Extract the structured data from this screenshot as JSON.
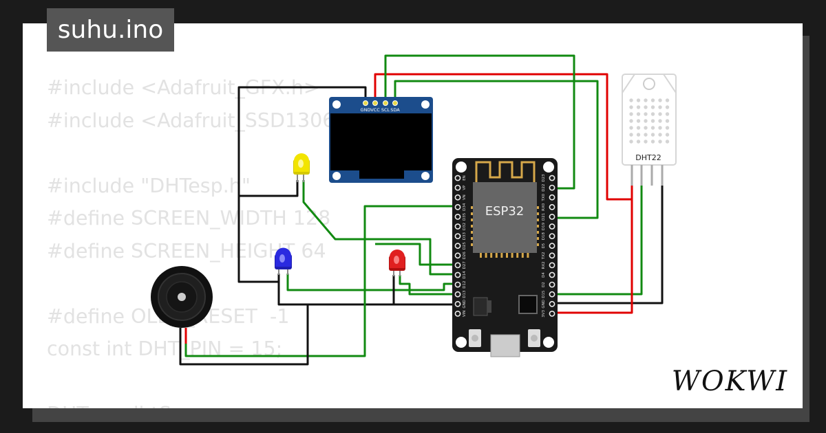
{
  "project": {
    "name": "suhu.ino"
  },
  "code_lines": [
    "#include <Adafruit_GFX.h>",
    "#include <Adafruit_SSD1306.h>",
    "",
    "#include \"DHTesp.h\"",
    "#define SCREEN_WIDTH 128",
    "#define SCREEN_HEIGHT 64",
    "",
    "#define OLED_RESET  -1",
    "const int DHT_PIN = 15;",
    "",
    "DHTesp dhtSensor;"
  ],
  "oled": {
    "pins": [
      "GND",
      "VCC",
      "SCL",
      "SDA"
    ]
  },
  "esp32": {
    "label": "ESP32",
    "left_pins": [
      "EN",
      "VP",
      "VN",
      "D34",
      "D35",
      "D32",
      "D33",
      "D25",
      "D26",
      "D27",
      "D14",
      "D12",
      "D13",
      "GND",
      "VIN"
    ],
    "right_pins": [
      "D23",
      "D22",
      "TX0",
      "RX0",
      "D21",
      "D19",
      "D18",
      "D5",
      "TX2",
      "RX2",
      "D4",
      "D2",
      "D15",
      "GND",
      "3V3"
    ]
  },
  "dht": {
    "label": "DHT22"
  },
  "brand": {
    "logo": "WOKWI"
  },
  "colors": {
    "wire_red": "#e00000",
    "wire_green": "#118a11",
    "wire_black": "#111111",
    "led_yellow": "#f2e400",
    "led_blue": "#2a2ae0",
    "led_red": "#e02020",
    "oled_board": "#1c4d8c",
    "esp_board": "#1a1a1a"
  }
}
